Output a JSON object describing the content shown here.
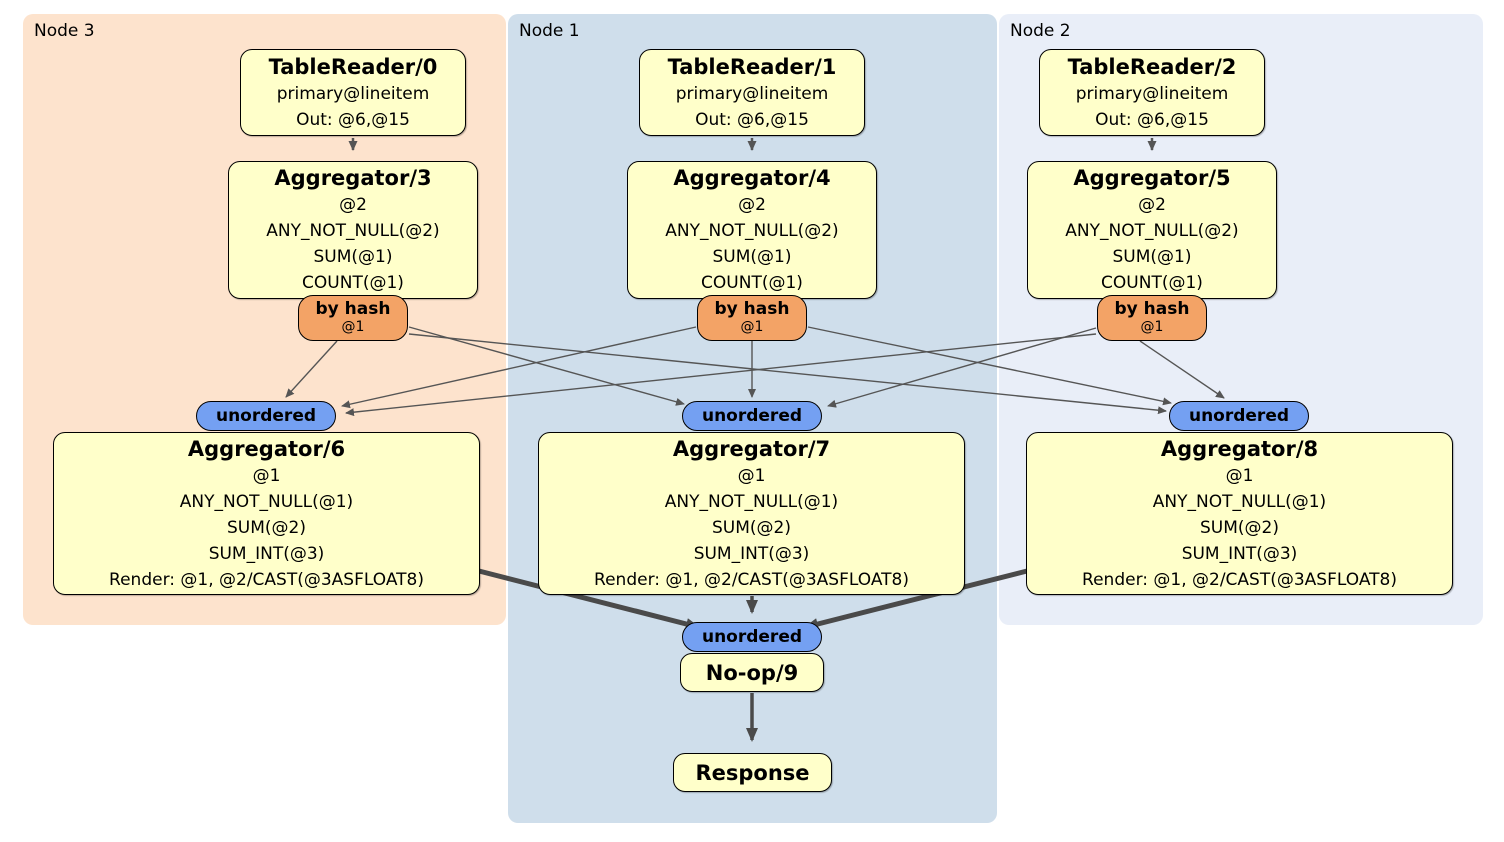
{
  "diagram": {
    "groups": {
      "node3": {
        "label": "Node 3"
      },
      "node1": {
        "label": "Node 1"
      },
      "node2": {
        "label": "Node 2"
      }
    },
    "router_label": "by hash",
    "router_sub": "@1",
    "sync_label": "unordered",
    "processors": {
      "tr0": {
        "title": "TableReader/0",
        "lines": [
          "primary@lineitem",
          "Out: @6,@15"
        ]
      },
      "tr1": {
        "title": "TableReader/1",
        "lines": [
          "primary@lineitem",
          "Out: @6,@15"
        ]
      },
      "tr2": {
        "title": "TableReader/2",
        "lines": [
          "primary@lineitem",
          "Out: @6,@15"
        ]
      },
      "agg3": {
        "title": "Aggregator/3",
        "lines": [
          "@2",
          "ANY_NOT_NULL(@2)",
          "SUM(@1)",
          "COUNT(@1)"
        ]
      },
      "agg4": {
        "title": "Aggregator/4",
        "lines": [
          "@2",
          "ANY_NOT_NULL(@2)",
          "SUM(@1)",
          "COUNT(@1)"
        ]
      },
      "agg5": {
        "title": "Aggregator/5",
        "lines": [
          "@2",
          "ANY_NOT_NULL(@2)",
          "SUM(@1)",
          "COUNT(@1)"
        ]
      },
      "agg6": {
        "title": "Aggregator/6",
        "lines": [
          "@1",
          "ANY_NOT_NULL(@1)",
          "SUM(@2)",
          "SUM_INT(@3)",
          "Render: @1, @2/CAST(@3ASFLOAT8)"
        ]
      },
      "agg7": {
        "title": "Aggregator/7",
        "lines": [
          "@1",
          "ANY_NOT_NULL(@1)",
          "SUM(@2)",
          "SUM_INT(@3)",
          "Render: @1, @2/CAST(@3ASFLOAT8)"
        ]
      },
      "agg8": {
        "title": "Aggregator/8",
        "lines": [
          "@1",
          "ANY_NOT_NULL(@1)",
          "SUM(@2)",
          "SUM_INT(@3)",
          "Render: @1, @2/CAST(@3ASFLOAT8)"
        ]
      },
      "noop9": {
        "title": "No-op/9"
      },
      "response": {
        "title": "Response"
      }
    },
    "edges": [
      {
        "from": "TableReader/0",
        "to": "Aggregator/3",
        "style": "arrow"
      },
      {
        "from": "TableReader/1",
        "to": "Aggregator/4",
        "style": "arrow"
      },
      {
        "from": "TableReader/2",
        "to": "Aggregator/5",
        "style": "arrow"
      },
      {
        "from": "Aggregator/3 by hash @1",
        "to": "unordered before Aggregator/6",
        "style": "thin"
      },
      {
        "from": "Aggregator/3 by hash @1",
        "to": "unordered before Aggregator/7",
        "style": "thin"
      },
      {
        "from": "Aggregator/3 by hash @1",
        "to": "unordered before Aggregator/8",
        "style": "thin"
      },
      {
        "from": "Aggregator/4 by hash @1",
        "to": "unordered before Aggregator/6",
        "style": "thin"
      },
      {
        "from": "Aggregator/4 by hash @1",
        "to": "unordered before Aggregator/7",
        "style": "thin"
      },
      {
        "from": "Aggregator/4 by hash @1",
        "to": "unordered before Aggregator/8",
        "style": "thin"
      },
      {
        "from": "Aggregator/5 by hash @1",
        "to": "unordered before Aggregator/6",
        "style": "thin"
      },
      {
        "from": "Aggregator/5 by hash @1",
        "to": "unordered before Aggregator/7",
        "style": "thin"
      },
      {
        "from": "Aggregator/5 by hash @1",
        "to": "unordered before Aggregator/8",
        "style": "thin"
      },
      {
        "from": "Aggregator/6",
        "to": "unordered before No-op/9",
        "style": "thick"
      },
      {
        "from": "Aggregator/7",
        "to": "unordered before No-op/9",
        "style": "thick"
      },
      {
        "from": "Aggregator/8",
        "to": "unordered before No-op/9",
        "style": "thick"
      },
      {
        "from": "No-op/9",
        "to": "Response",
        "style": "thick"
      }
    ],
    "colors": {
      "node3_bg": "#fde3cd",
      "node1_bg": "#cfdeeb",
      "node2_bg": "#e9eef8",
      "processor_fill": "#ffffca",
      "router_fill": "#f3a366",
      "sync_fill": "#74a0f2",
      "edge": "#555555",
      "edge_thick": "#4a4a4a"
    }
  }
}
